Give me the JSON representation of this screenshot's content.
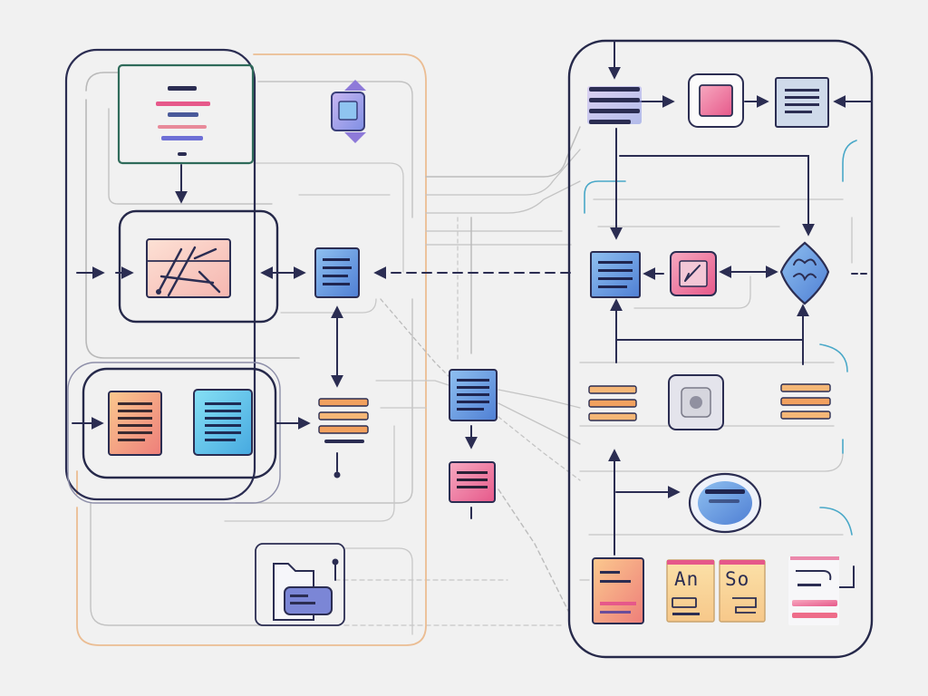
{
  "diagram": {
    "style": "hand-drawn flowchart illustration",
    "background": "#f1f1f1",
    "colors": {
      "ink": "#2b2d52",
      "frame_dark": "#26294a",
      "frame_green": "#2f6b5a",
      "line_gray": "#b4b4b4",
      "line_orange": "#e9b98e",
      "line_teal": "#49a8c8",
      "accent_pink": "#ee6d8a",
      "accent_blue": "#5f8fdc",
      "accent_orange": "#f5a35f",
      "accent_cyan": "#58c6e6",
      "accent_purple": "#8e7ad9"
    },
    "tiles": [
      {
        "name": "left-top-list-card",
        "icon": "list-icon",
        "color": "#d66b9c"
      },
      {
        "name": "purple-document-node",
        "icon": "document-icon",
        "color": "#6e8fe6"
      },
      {
        "name": "design-tool-panel",
        "icon": "design-tool-icon",
        "color": "#f3b6bd"
      },
      {
        "name": "blue-document-node",
        "icon": "document-icon",
        "color": "#5f8fdc"
      },
      {
        "name": "orange-document-card",
        "icon": "document-icon",
        "color": "#f39a6b"
      },
      {
        "name": "cyan-document-card",
        "icon": "document-icon",
        "color": "#4fc4e8"
      },
      {
        "name": "orange-list-node",
        "icon": "list-icon",
        "color": "#f2a15f"
      },
      {
        "name": "center-blue-document",
        "icon": "document-icon",
        "color": "#4a8ad6"
      },
      {
        "name": "center-pink-document",
        "icon": "document-icon",
        "color": "#ee6d8a"
      },
      {
        "name": "folder-card",
        "icon": "folder-icon",
        "color": "#7b86d6"
      },
      {
        "name": "right-top-list",
        "icon": "list-icon",
        "color": "#9a8fe0"
      },
      {
        "name": "pink-square-node",
        "icon": "image-icon",
        "color": "#ee7a93"
      },
      {
        "name": "gray-document-node",
        "icon": "document-icon",
        "color": "#8ea7d6"
      },
      {
        "name": "right-blue-document",
        "icon": "document-icon",
        "color": "#5f9fde"
      },
      {
        "name": "pen-tool-node",
        "icon": "pen-icon",
        "color": "#e8658a"
      },
      {
        "name": "hub-diamond-node",
        "icon": "hub-icon",
        "color": "#5f8fdc"
      },
      {
        "name": "right-orange-list-left",
        "icon": "list-icon",
        "color": "#f2a15f"
      },
      {
        "name": "gray-chip-node",
        "icon": "chip-icon",
        "color": "#8a8a99"
      },
      {
        "name": "right-orange-list-right",
        "icon": "list-icon",
        "color": "#f2a15f"
      },
      {
        "name": "oval-message-node",
        "icon": "message-icon",
        "color": "#4a7fd0"
      },
      {
        "name": "bottom-orange-document",
        "icon": "document-icon",
        "color": "#f39a6b"
      },
      {
        "name": "an-label-card",
        "icon": "tag-icon",
        "color": "#f6c27a"
      },
      {
        "name": "so-label-card",
        "icon": "tag-icon",
        "color": "#f6c27a"
      },
      {
        "name": "bottom-pink-list",
        "icon": "list-icon",
        "color": "#ee6d8a"
      }
    ],
    "labels": {
      "an": "An",
      "so": "So"
    }
  }
}
